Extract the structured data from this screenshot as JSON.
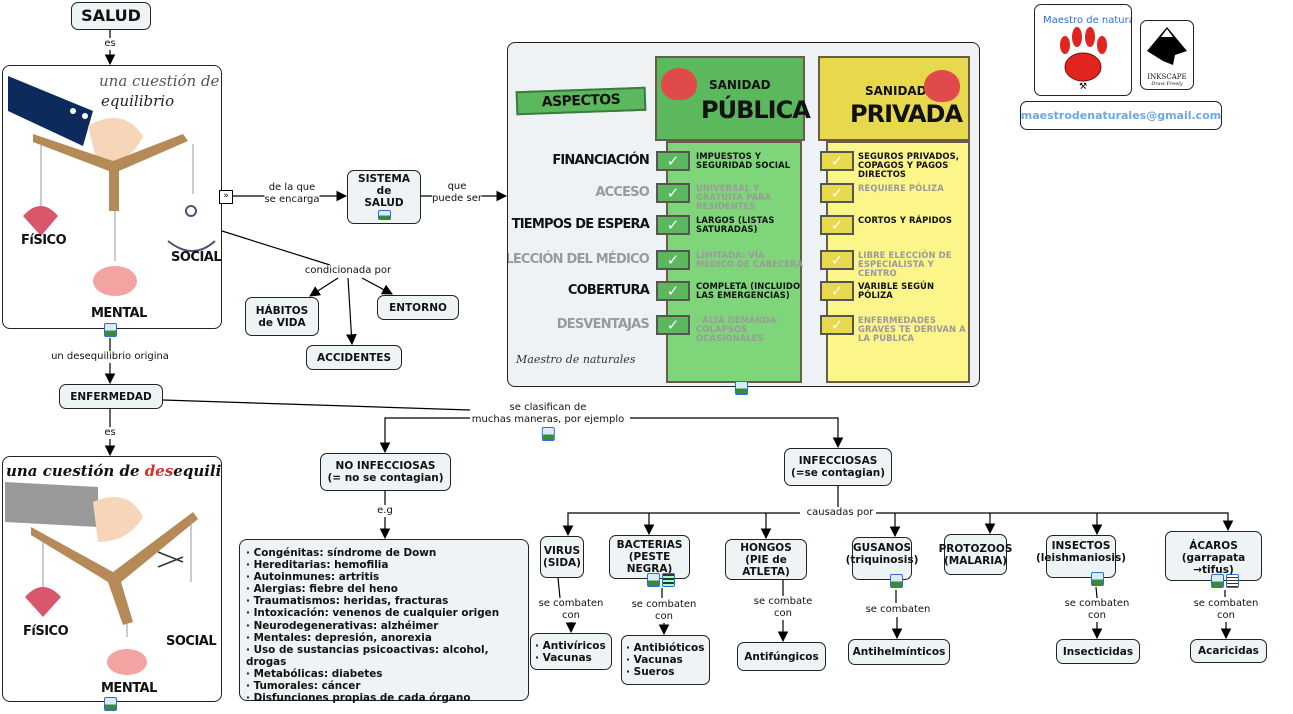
{
  "colors": {
    "node_bg": "#eef3f5",
    "public_green": "#7fd67a",
    "public_header": "#5cb85c",
    "private_yellow": "#fbf58a",
    "private_header": "#e8d84e",
    "email_blue": "#6aa8e8",
    "red_accent": "#d62d2d"
  },
  "nodes": {
    "salud": "SALUD",
    "sistema": [
      "SISTEMA",
      "de",
      "SALUD"
    ],
    "habitos": [
      "HÁBITOS",
      "de VIDA"
    ],
    "entorno": "ENTORNO",
    "accidentes": "ACCIDENTES",
    "enfermedad": "ENFERMEDAD",
    "no_infecciosas": [
      "NO INFECCIOSAS",
      "(= no se contagian)"
    ],
    "infecciosas": [
      "INFECCIOSAS",
      "(=se contagian)"
    ],
    "virus": [
      "VIRUS",
      "(SIDA)"
    ],
    "bacterias": [
      "BACTERIAS",
      "(PESTE NEGRA)"
    ],
    "hongos": [
      "HONGOS",
      "(PIE de ATLETA)"
    ],
    "gusanos": [
      "GUSANOS",
      "(triquinosis)"
    ],
    "protozoos": [
      "PROTOZOOS",
      "(MALARIA)"
    ],
    "insectos": [
      "INSECTOS",
      "(leishmaniosis)"
    ],
    "acaros": [
      "ÁCAROS",
      "(garrapata →tifus)"
    ],
    "antiviricos": [
      "· Antivíricos",
      "· Vacunas"
    ],
    "antibioticos": [
      "· Antibióticos",
      "· Vacunas",
      "· Sueros"
    ],
    "antifungicos": "Antifúngicos",
    "antihelminticos": "Antihelmínticos",
    "insecticidas": "Insecticidas",
    "acaricidas": "Acaricidas"
  },
  "no_infecciosas_list": [
    "· Congénitas: síndrome de Down",
    "· Hereditarias: hemofilia",
    "· Autoinmunes: artritis",
    "· Alergias: fiebre del heno",
    "· Traumatismos: heridas, fracturas",
    "· Intoxicación: venenos de cualquier origen",
    "· Neurodegenerativas: alzhéimer",
    "· Mentales: depresión, anorexia",
    "· Uso de sustancias psicoactivas: alcohol, drogas",
    "· Metabólicas: diabetes",
    "· Tumorales: cáncer",
    "· Disfunciones propias de cada órgano"
  ],
  "links": {
    "es1": "es",
    "encarga": [
      "de la que",
      "se encarga"
    ],
    "puede_ser": [
      "que",
      "puede ser"
    ],
    "condicionada": "condicionada por",
    "desequilibrio": "un desequilibrio origina",
    "es2": "es",
    "clasifican": [
      "se clasifican de",
      "muchas maneras, por ejemplo"
    ],
    "eg": "e.g",
    "causadas": "causadas por",
    "combaten_virus": [
      "se combaten",
      "con"
    ],
    "combaten_bacterias": [
      "se combaten",
      "con"
    ],
    "combate_hongos": [
      "se combate",
      "con"
    ],
    "combaten_gusanos": "se combaten",
    "combaten_insectos": [
      "se combaten",
      "con"
    ],
    "combaten_acaros": [
      "se combaten",
      "con"
    ]
  },
  "equilibrio_image": {
    "title": [
      "una cuestión de",
      "equilibrio"
    ],
    "labels": {
      "fisico": "FíSICO",
      "social": "SOCIAL",
      "mental": "MENTAL"
    }
  },
  "desequilibrio_image": {
    "title_pre": "una cuestión de ",
    "title_red": "des",
    "title_post": "equilibrio",
    "labels": {
      "fisico": "FíSICO",
      "social": "SOCIAL",
      "mental": "MENTAL"
    }
  },
  "infographic": {
    "ribbon": "ASPECTOS",
    "public": {
      "top": "SANIDAD",
      "big": "PÚBLICA"
    },
    "private": {
      "top": "SANIDAD",
      "big": "PRIVADA"
    },
    "rows": [
      {
        "aspect": "FINANCIACIÓN",
        "public": "IMPUESTOS Y SEGURIDAD SOCIAL",
        "private": "SEGUROS PRIVADOS, COPAGOS Y PAGOS DIRECTOS",
        "muted": false
      },
      {
        "aspect": "ACCESO",
        "public": "UNIVERSAL Y GRATUITA PARA RESIDENTES",
        "private": "REQUIERE PÓLIZA",
        "muted": true
      },
      {
        "aspect": "TIEMPOS DE ESPERA",
        "public": "LARGOS (LISTAS SATURADAS)",
        "private": "CORTOS Y RÁPIDOS",
        "muted": false
      },
      {
        "aspect": "ELECCIÓN DEL MÉDICO",
        "public": "LIMITADA: VÍA MÉDICO DE CABECERA",
        "private": "LIBRE ELECCIÓN DE ESPECIALISTA Y CENTRO",
        "muted": true
      },
      {
        "aspect": "COBERTURA",
        "public": "COMPLETA (INCLUIDO LAS EMERGENCIAS)",
        "private": "VARIBLE SEGÚN PÓLIZA",
        "muted": false
      },
      {
        "aspect": "DESVENTAJAS",
        "public": "· ALTA DEMANDA · COLAPSOS OCASIONALES",
        "private": "ENFERMEDADES GRAVES TE DERIVAN A LA PÚBLICA",
        "muted": true
      }
    ],
    "signature": "Maestro de naturales"
  },
  "logos": {
    "maestro": "Maestro de naturales",
    "inkscape": "INKSCAPE",
    "inkscape_tag": "Draw Freely",
    "email": "maestrodenaturales@gmail.com"
  }
}
